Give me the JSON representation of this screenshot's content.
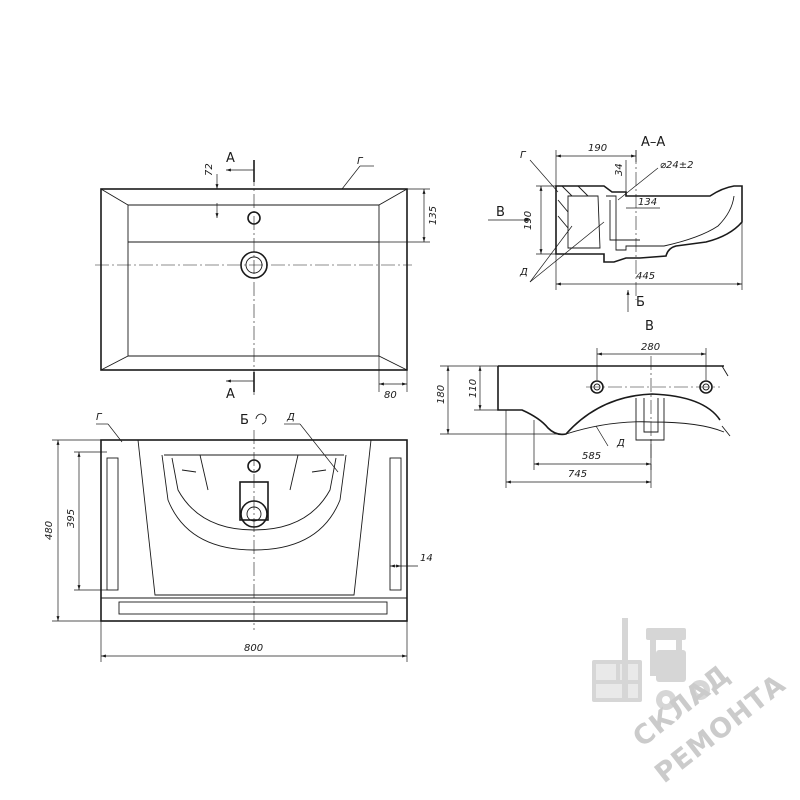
{
  "drawing": {
    "top_view": {
      "section_mark_top": "А",
      "section_mark_bottom": "А",
      "label_g": "Г",
      "dim_72": "72",
      "dim_135": "135",
      "dim_80": "80"
    },
    "section_aa": {
      "title": "А–А",
      "label_g": "Г",
      "label_d": "Д",
      "view_b_marker": "В",
      "view_b_under": "Б",
      "dim_190_h": "190",
      "dim_34": "34",
      "dim_diam": "⌀24±2",
      "dim_134": "134",
      "dim_190_v": "190",
      "dim_445": "445"
    },
    "view_v": {
      "title": "В",
      "dim_280": "280",
      "dim_180": "180",
      "dim_110": "110",
      "dim_585": "585",
      "dim_745": "745",
      "label_d": "Д"
    },
    "view_b": {
      "title": "Б",
      "label_g": "Г",
      "label_d": "Д",
      "dim_480": "480",
      "dim_395": "395",
      "dim_14": "14",
      "dim_800": "800"
    }
  },
  "watermark": {
    "line1": "СКЛАД",
    "line2": "РЕМОНТА",
    "color": "#c9c9c9"
  }
}
